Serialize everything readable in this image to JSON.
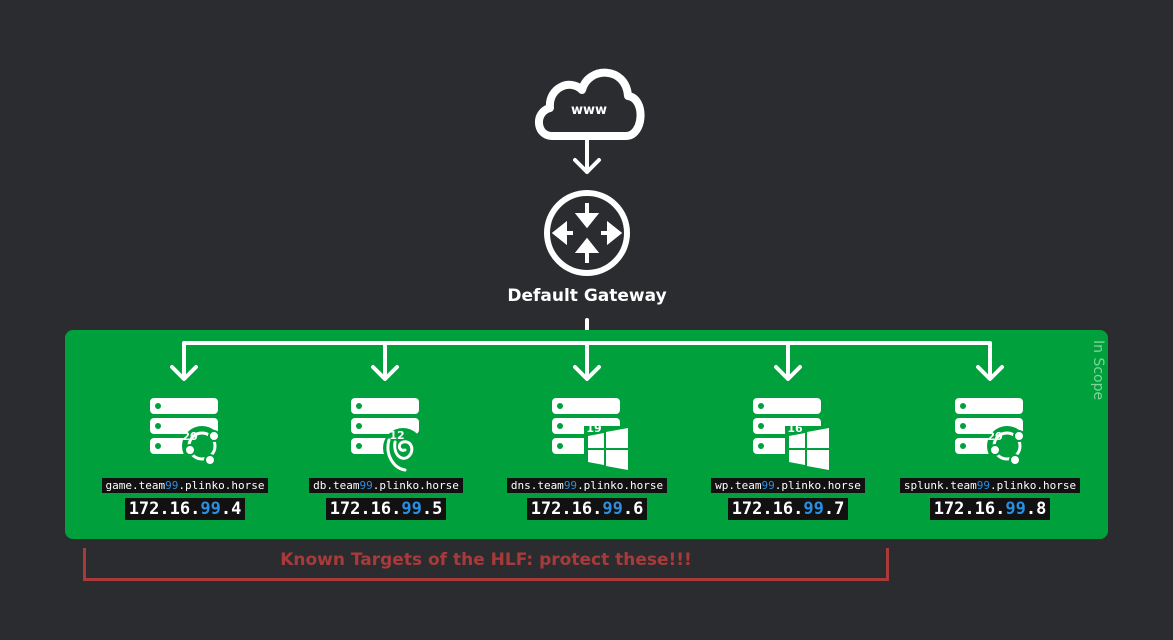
{
  "internet": {
    "label": "www"
  },
  "gateway": {
    "label": "Default Gateway"
  },
  "scope": {
    "label": "In Scope"
  },
  "servers": [
    {
      "host_prefix": "game.team",
      "team": "99",
      "host_suffix": ".plinko.horse",
      "ip_prefix": "172.16.",
      "ip_team": "99",
      "ip_suffix": ".4",
      "os": "ubuntu",
      "os_version": "20"
    },
    {
      "host_prefix": "db.team",
      "team": "99",
      "host_suffix": ".plinko.horse",
      "ip_prefix": "172.16.",
      "ip_team": "99",
      "ip_suffix": ".5",
      "os": "debian",
      "os_version": "12"
    },
    {
      "host_prefix": "dns.team",
      "team": "99",
      "host_suffix": ".plinko.horse",
      "ip_prefix": "172.16.",
      "ip_team": "99",
      "ip_suffix": ".6",
      "os": "windows",
      "os_version": "19"
    },
    {
      "host_prefix": "wp.team",
      "team": "99",
      "host_suffix": ".plinko.horse",
      "ip_prefix": "172.16.",
      "ip_team": "99",
      "ip_suffix": ".7",
      "os": "windows",
      "os_version": "16"
    },
    {
      "host_prefix": "splunk.team",
      "team": "99",
      "host_suffix": ".plinko.horse",
      "ip_prefix": "172.16.",
      "ip_team": "99",
      "ip_suffix": ".8",
      "os": "ubuntu",
      "os_version": "20"
    }
  ],
  "annotation": {
    "label": "Known Targets of the HLF: protect these!!!"
  },
  "colors": {
    "background": "#2b2c30",
    "scope": "#00a03c",
    "team_highlight": "#2a8fe0",
    "annotation": "#a93a3a"
  }
}
